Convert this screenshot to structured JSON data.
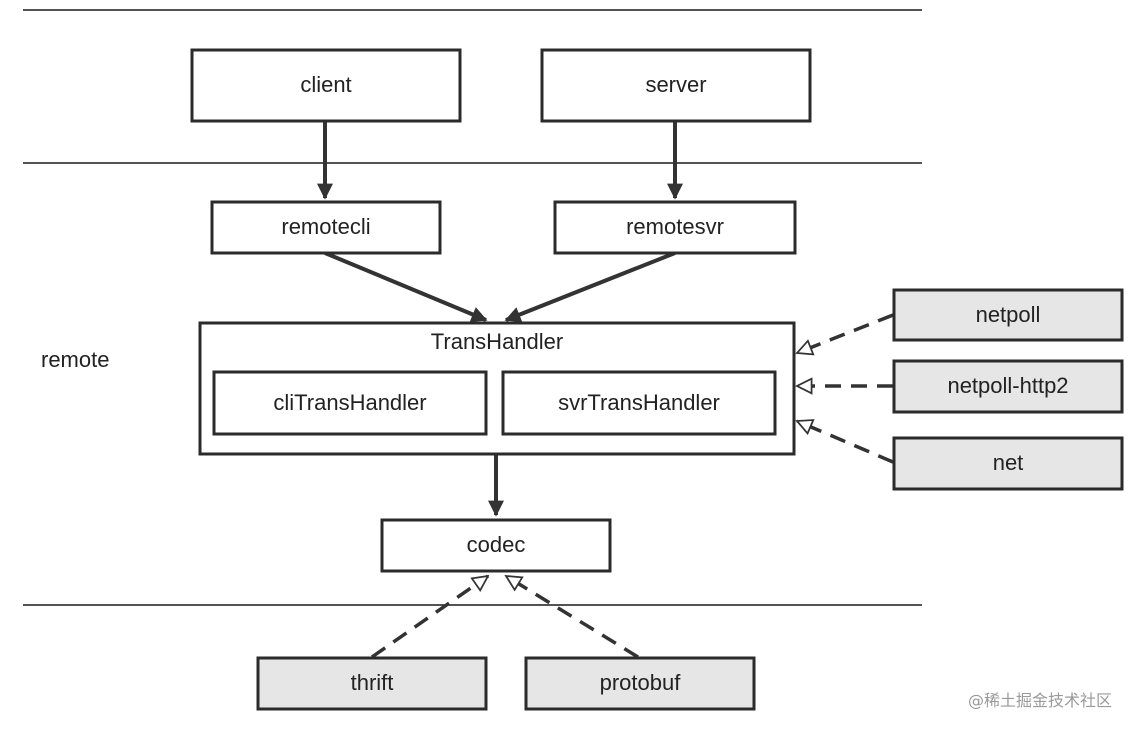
{
  "colors": {
    "box_fill": "#ffffff",
    "external_box_fill": "#e6e6e6",
    "stroke": "#2b2b2b",
    "text": "#222222",
    "watermark": "#9a9a9a"
  },
  "layer_label": "remote",
  "nodes": {
    "client": "client",
    "server": "server",
    "remotecli": "remotecli",
    "remotesvr": "remotesvr",
    "transhandler": "TransHandler",
    "clitranshandler": "cliTransHandler",
    "svrtranshandler": "svrTransHandler",
    "codec": "codec",
    "netpoll": "netpoll",
    "netpoll_http2": "netpoll-http2",
    "net": "net",
    "thrift": "thrift",
    "protobuf": "protobuf"
  },
  "edges": [
    {
      "from": "client",
      "to": "remotecli",
      "style": "solid"
    },
    {
      "from": "server",
      "to": "remotesvr",
      "style": "solid"
    },
    {
      "from": "remotecli",
      "to": "transhandler",
      "style": "solid"
    },
    {
      "from": "remotesvr",
      "to": "transhandler",
      "style": "solid"
    },
    {
      "from": "transhandler",
      "to": "codec",
      "style": "solid"
    },
    {
      "from": "netpoll",
      "to": "transhandler",
      "style": "dashed-implements"
    },
    {
      "from": "netpoll_http2",
      "to": "transhandler",
      "style": "dashed-implements"
    },
    {
      "from": "net",
      "to": "transhandler",
      "style": "dashed-implements"
    },
    {
      "from": "thrift",
      "to": "codec",
      "style": "dashed-implements"
    },
    {
      "from": "protobuf",
      "to": "codec",
      "style": "dashed-implements"
    }
  ],
  "watermark": "@稀土掘金技术社区"
}
